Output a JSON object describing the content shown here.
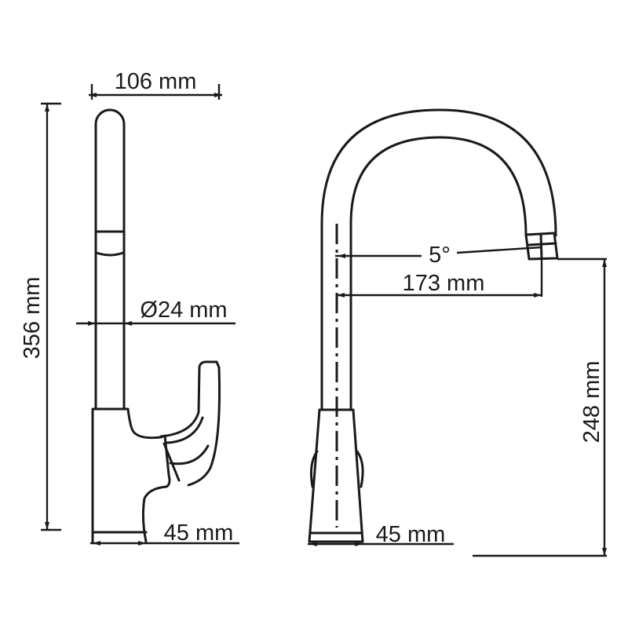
{
  "drawing": {
    "title": "Faucet dimension drawing",
    "line_color": "#1a1a1a",
    "background": "#ffffff"
  },
  "side_view": {
    "width_label": "106 mm",
    "height_label": "356 mm",
    "diameter_label": "Ø24 mm",
    "base_label": "45 mm"
  },
  "front_view": {
    "angle_label": "5°",
    "reach_label": "173 mm",
    "spout_height_label": "248 mm",
    "base_label": "45 mm"
  }
}
